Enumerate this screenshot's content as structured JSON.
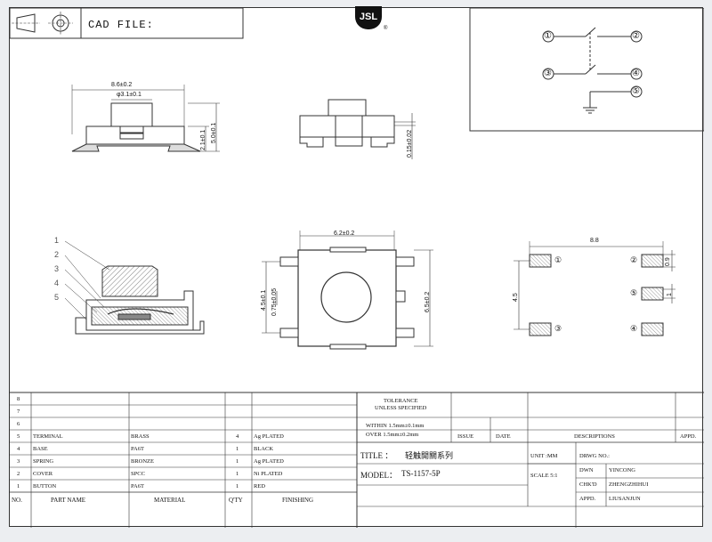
{
  "header": {
    "cad_file_label": "CAD FILE:",
    "logo_text": "JSL",
    "logo_mark": "®"
  },
  "schematic": {
    "pins": [
      "①",
      "②",
      "③",
      "④",
      "⑤"
    ]
  },
  "dims": {
    "top_width": "8.6±0.2",
    "top_button": "φ3.1±0.1",
    "side_h1": "2.1±0.1",
    "side_h2": "5.0±0.1",
    "side_thk": "0.15±0.02",
    "plan_width": "6.2±0.2",
    "plan_h1": "4.5±0.1",
    "plan_h2": "0.75±0.05",
    "plan_h3": "6.5±0.2",
    "pad_width": "8.8",
    "pad_pitch": "4.5",
    "pad_h": "0.9",
    "pad_gap": "1",
    "pad_labels": [
      "①",
      "②",
      "⑤",
      "③",
      "④"
    ]
  },
  "section_numbers": [
    "1",
    "2",
    "3",
    "4",
    "5"
  ],
  "bom": {
    "rows": [
      {
        "no": "8",
        "part": "",
        "material": "",
        "qty": "",
        "finishing": ""
      },
      {
        "no": "7",
        "part": "",
        "material": "",
        "qty": "",
        "finishing": ""
      },
      {
        "no": "6",
        "part": "",
        "material": "",
        "qty": "",
        "finishing": ""
      },
      {
        "no": "5",
        "part": "TERMINAL",
        "material": "BRASS",
        "qty": "4",
        "finishing": "Ag PLATED"
      },
      {
        "no": "4",
        "part": "BASE",
        "material": "PA6T",
        "qty": "1",
        "finishing": "BLACK"
      },
      {
        "no": "3",
        "part": "SPRING",
        "material": "BRONZE",
        "qty": "1",
        "finishing": "Ag PLATED"
      },
      {
        "no": "2",
        "part": "COVER",
        "material": "SPCC",
        "qty": "1",
        "finishing": "Ni PLATED"
      },
      {
        "no": "1",
        "part": "BUTTON",
        "material": "PA6T",
        "qty": "1",
        "finishing": "RED"
      }
    ],
    "headers": {
      "no": "NO.",
      "part": "PART   NAME",
      "material": "MATERIAL",
      "qty": "Q'TY",
      "finishing": "FINISHING"
    }
  },
  "title_block": {
    "tolerance_line1": "TOLERANCE",
    "tolerance_line2": "UNLESS SPECIFIED",
    "within": "WITHIN 1.5mm±0.1mm",
    "over": "OVER   1.5mm±0.2mm",
    "issue": "ISSUE",
    "date": "DATE",
    "descriptions": "DESCRIPTIONS",
    "appd_header": "APPD.",
    "title_label": "TITLE ：",
    "title_value": "轻触開關系列",
    "unit": "UNIT :MM",
    "dwg_no": "DRWG NO.:",
    "model_label": "MODEL：",
    "model_value": "TS-1157-5P",
    "scale": "SCALE 5:1",
    "dwn_label": "DWN",
    "dwn_value": "YINCONG",
    "chkd_label": "CHK'D",
    "chkd_value": "ZHENGZHIHUI",
    "appd_label": "APPD.",
    "appd_value": "LIUSANJUN"
  }
}
